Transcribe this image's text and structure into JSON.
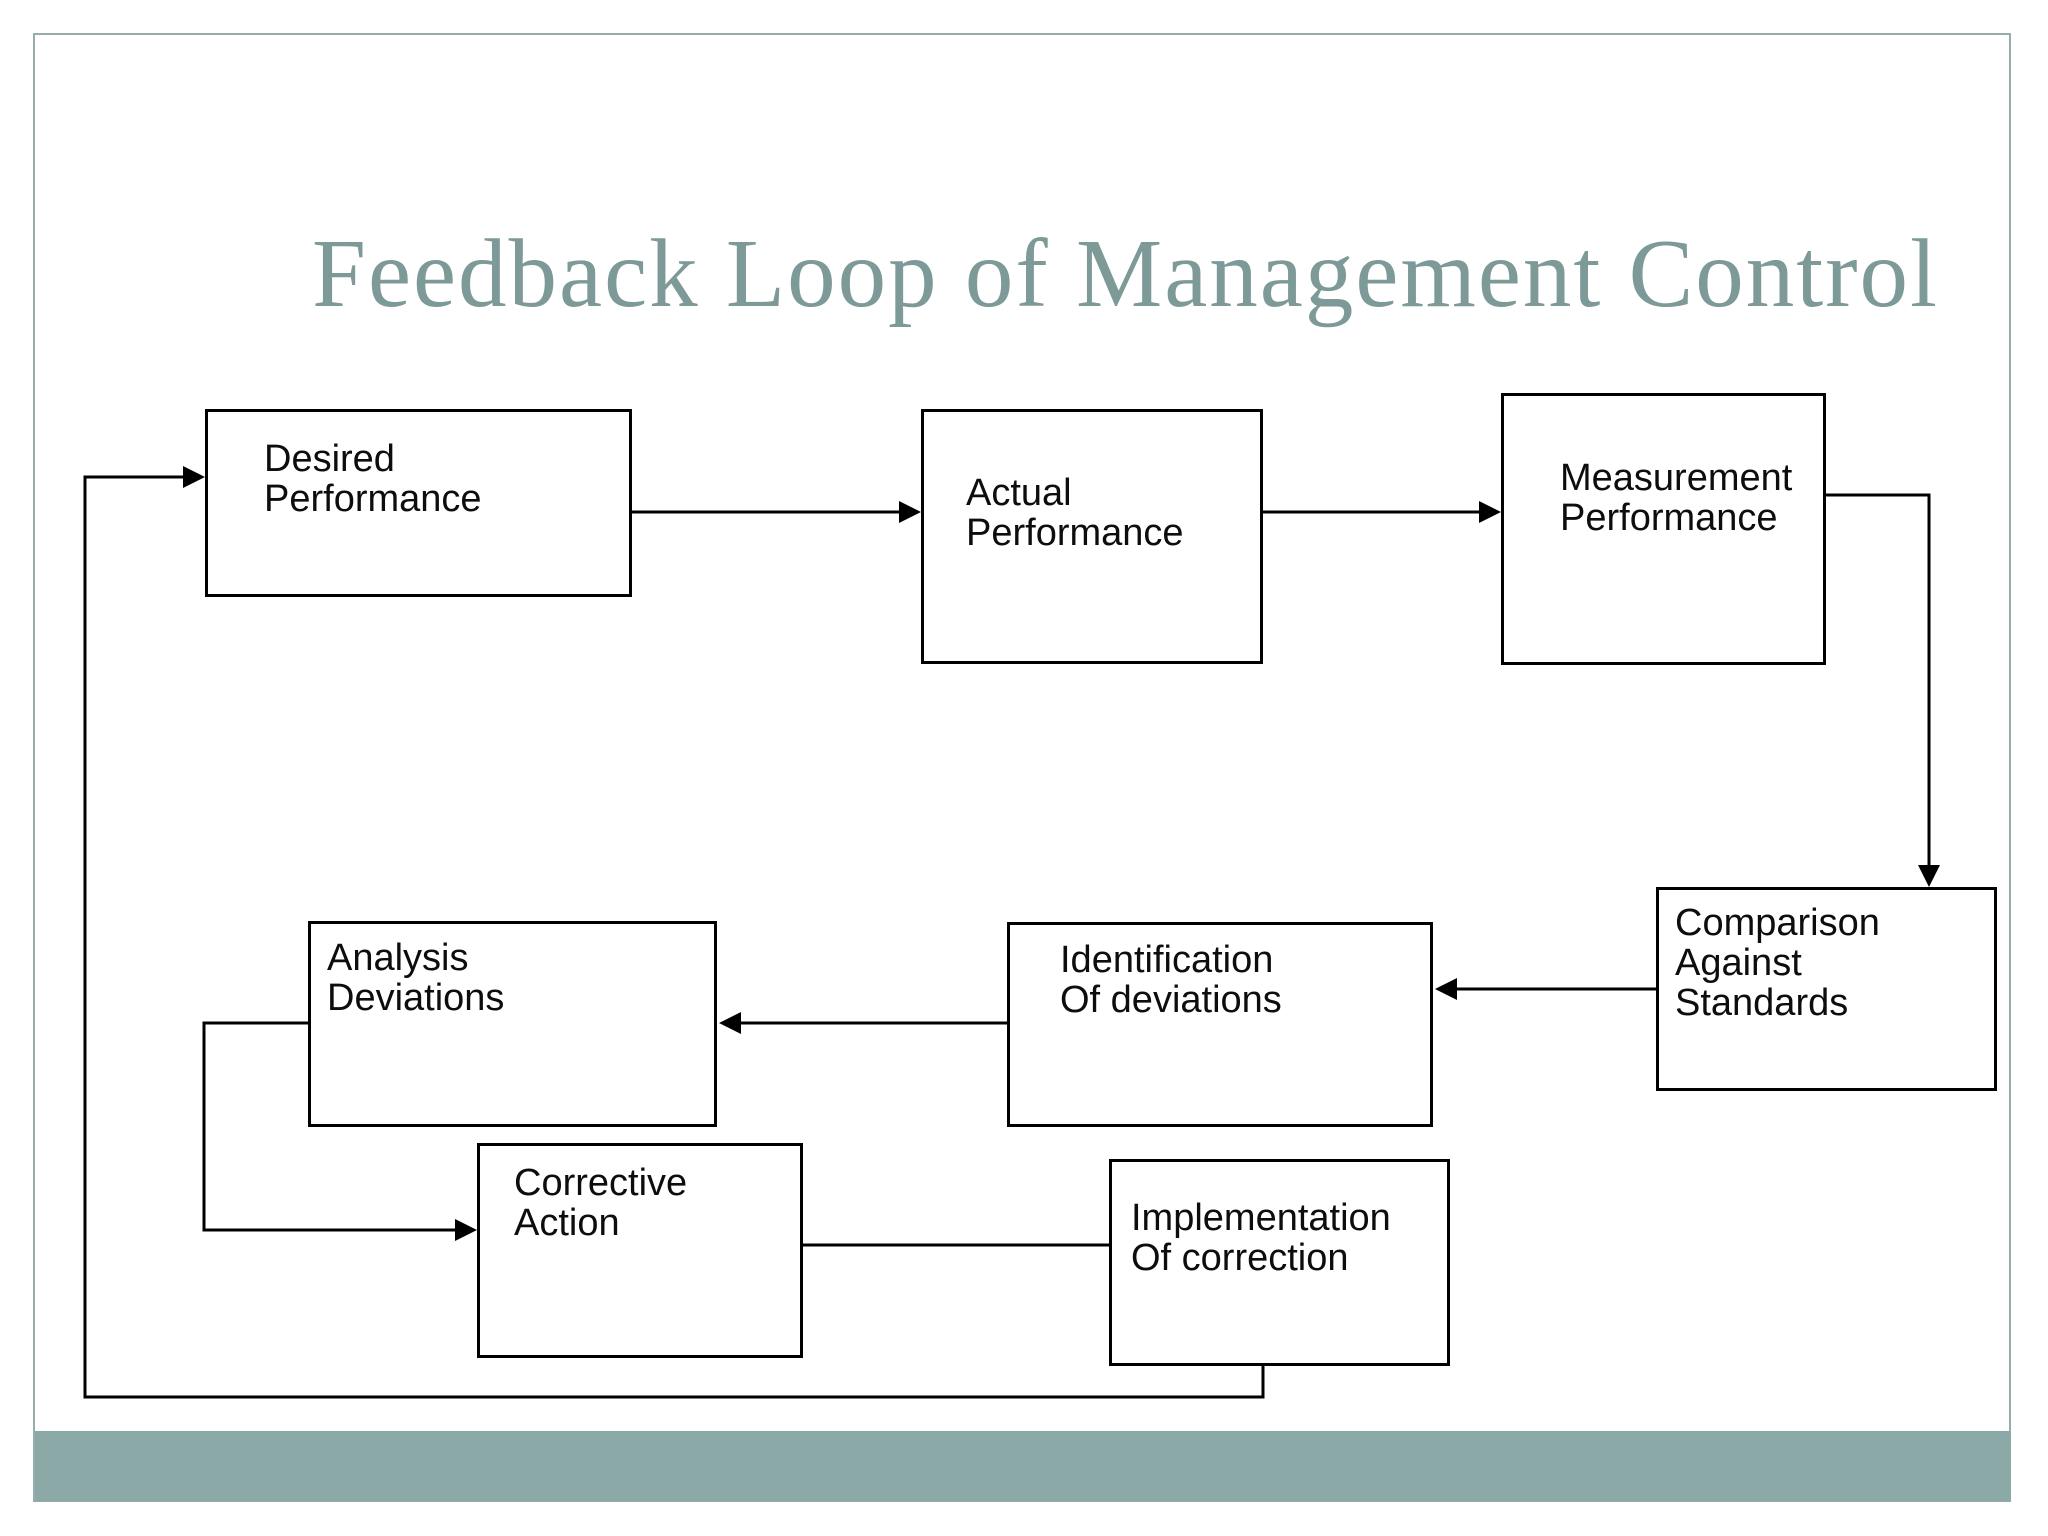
{
  "slide": {
    "title": "Feedback Loop of Management Control",
    "colors": {
      "title_text": "#7d9a98",
      "accent_bar": "#8ba9a7",
      "frame_border": "#96adab",
      "box_border": "#000000",
      "box_text": "#0d0d0d",
      "connector": "#000000",
      "background": "#ffffff"
    }
  },
  "boxes": {
    "desired": {
      "line1": "Desired",
      "line2": "Performance"
    },
    "actual": {
      "line1": "Actual",
      "line2": "Performance"
    },
    "measurement": {
      "line1": "Measurement",
      "line2": "Performance"
    },
    "comparison": {
      "line1": "Comparison",
      "line2": "Against",
      "line3": "Standards"
    },
    "identification": {
      "line1": "Identification",
      "line2": "Of deviations"
    },
    "analysis": {
      "line1": "Analysis",
      "line2": "Deviations"
    },
    "corrective": {
      "line1": "Corrective",
      "line2": "Action"
    },
    "implementation": {
      "line1": "Implementation",
      "line2": "Of correction"
    }
  }
}
